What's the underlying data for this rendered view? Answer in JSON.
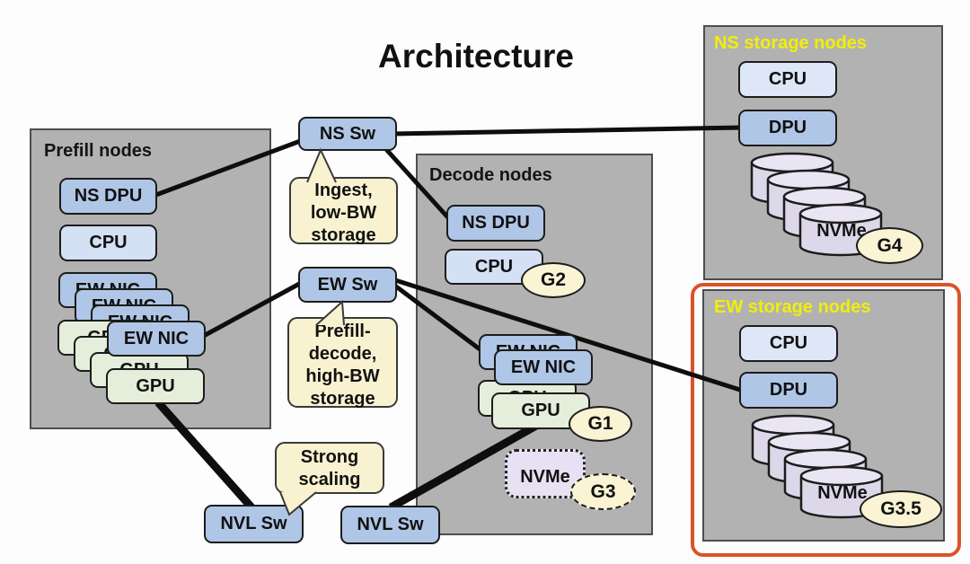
{
  "title": "Architecture",
  "prefill": {
    "label": "Prefill nodes",
    "ns_dpu": "NS DPU",
    "cpu": "CPU",
    "ew_nic": "EW NIC",
    "gpu": "GPU"
  },
  "decode": {
    "label": "Decode nodes",
    "ns_dpu": "NS DPU",
    "cpu": "CPU",
    "ew_nic": "EW NIC",
    "gpu": "GPU",
    "nvme": "NVMe"
  },
  "ns_storage": {
    "label": "NS storage nodes",
    "cpu": "CPU",
    "dpu": "DPU",
    "nvme": "NVMe"
  },
  "ew_storage": {
    "label": "EW storage nodes",
    "cpu": "CPU",
    "dpu": "DPU",
    "nvme": "NVMe"
  },
  "switches": {
    "ns": "NS Sw",
    "ew": "EW Sw",
    "nvl_left": "NVL Sw",
    "nvl_right": "NVL Sw"
  },
  "callouts": {
    "ingest": "Ingest,\nlow-BW\nstorage",
    "prefill_decode": "Prefill-\ndecode,\nhigh-BW\nstorage",
    "strong_scaling": "Strong\nscaling"
  },
  "badges": {
    "g1": "G1",
    "g2": "G2",
    "g3": "G3",
    "g4": "G4",
    "g3_5": "G3.5"
  },
  "colors": {
    "group_gray": "#b2b2b2",
    "node_blue": "#b0c6e6",
    "node_light_blue": "#d4e0f4",
    "node_green": "#e4eeda",
    "callout_cream": "#f9f2d0",
    "cylinder_lavender": "#dcd8ea",
    "nvme_dotted_fill": "#e7e1f3",
    "orange_border": "#dc5328",
    "storage_label_yellow": "#f2ee09",
    "line_black": "#0e0e0e"
  }
}
